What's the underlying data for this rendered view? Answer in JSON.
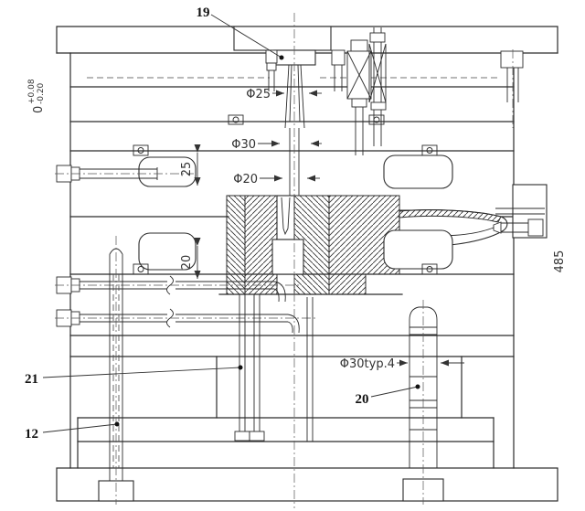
{
  "drawing": {
    "title": "injection-mold-assembly-section",
    "part_labels": {
      "p19": "19",
      "p20": "20",
      "p21": "21",
      "p12": "12"
    },
    "dimensions": {
      "sprue_dia": "Φ25",
      "mid_dia": "Φ30",
      "lower_dia": "Φ20",
      "upper_height": "25",
      "lower_height": "20",
      "pillar_dia": "Φ30typ.4",
      "overall_height": "485",
      "gap_main": "0",
      "gap_tol_plus": "+0.08",
      "gap_tol_minus": "-0.20"
    },
    "colors": {
      "line": "#2b2b2b",
      "background": "#ffffff"
    }
  }
}
